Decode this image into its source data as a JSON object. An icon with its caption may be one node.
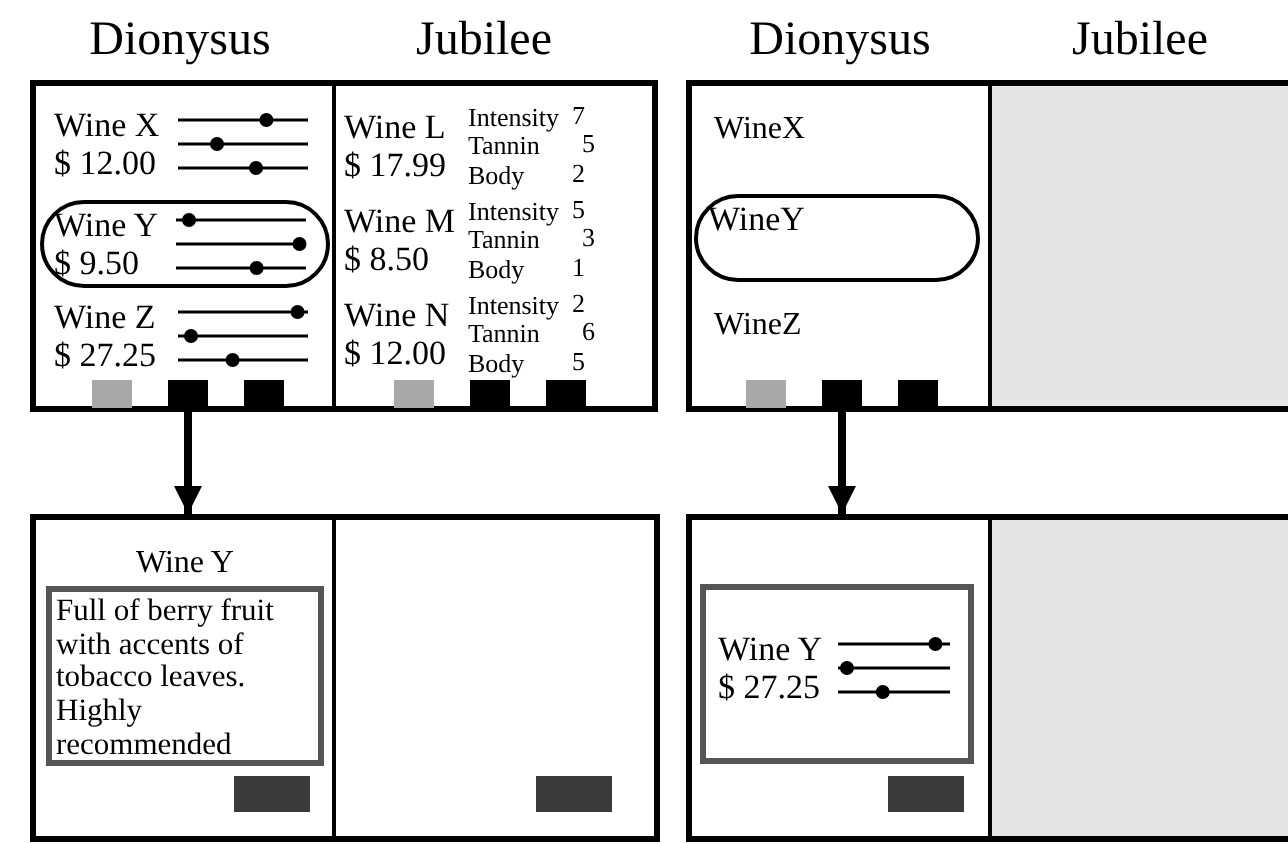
{
  "diagram": {
    "nodes": [
      {
        "text": [],
        "shape": "box"
      },
      {
        "text": [
          "Wine X",
          "$ 12.00"
        ],
        "in": 0
      },
      {
        "text": [
          "Wine Y",
          "$ 9.50"
        ],
        "in": 0
      },
      {
        "text": [
          "Wine Z",
          "$ 27.25"
        ],
        "in": 0
      },
      {
        "text": [
          "Wine L",
          "$ 17.99",
          "Intensity",
          "7",
          "Tannin",
          "5",
          "Body",
          "2"
        ],
        "in": 0
      },
      {
        "text": [
          "Wine M",
          "$ 8.50",
          "Intensity",
          "5",
          "Tannin",
          "3",
          "Body",
          "1"
        ],
        "in": 0
      },
      {
        "text": [
          "Wine N",
          "$ 12.00",
          "Intensity",
          "2",
          "Tannin",
          "6",
          "Body",
          "5"
        ],
        "in": 0
      },
      {
        "text": [],
        "shape": "box",
        "in": 0
      },
      {
        "text": [],
        "shape": "box",
        "in": 0
      },
      {
        "text": [],
        "shape": "box",
        "in": 0
      },
      {
        "text": [],
        "shape": "box",
        "in": 0
      },
      {
        "text": [],
        "shape": "box",
        "in": 0
      },
      {
        "text": [],
        "shape": "box",
        "in": 0
      },
      {
        "text": [],
        "shape": "box"
      },
      {
        "text": [
          "WineX"
        ],
        "in": 13
      },
      {
        "text": [
          "WineY"
        ],
        "in": 13
      },
      {
        "text": [
          "WineZ"
        ],
        "in": 13
      },
      {
        "text": [],
        "shape": "box",
        "in": 13
      },
      {
        "text": [],
        "shape": "box",
        "in": 13
      },
      {
        "text": [],
        "shape": "box",
        "in": 13
      },
      {
        "text": [],
        "shape": "box"
      },
      {
        "text": [
          "Full of berry fruit with accents of tobacco leaves. Highly recommended"
        ],
        "beside": [
          "Wine Y"
        ],
        "in": 20
      },
      {
        "text": [],
        "shape": "box",
        "in": 20
      },
      {
        "text": [],
        "shape": "box",
        "in": 20
      },
      {
        "text": [],
        "shape": "box"
      },
      {
        "text": [
          "Wine Y",
          "$ 27.25"
        ],
        "in": 24
      },
      {
        "text": [],
        "shape": "box",
        "in": 24
      }
    ],
    "edges": [
      {
        "from": 8,
        "to": 20,
        "arrow": "to"
      },
      {
        "from": 18,
        "to": 24,
        "arrow": "to"
      }
    ],
    "labels": [
      "Dionysus",
      "Jubilee",
      "Dionysus",
      "Jubilee"
    ]
  }
}
